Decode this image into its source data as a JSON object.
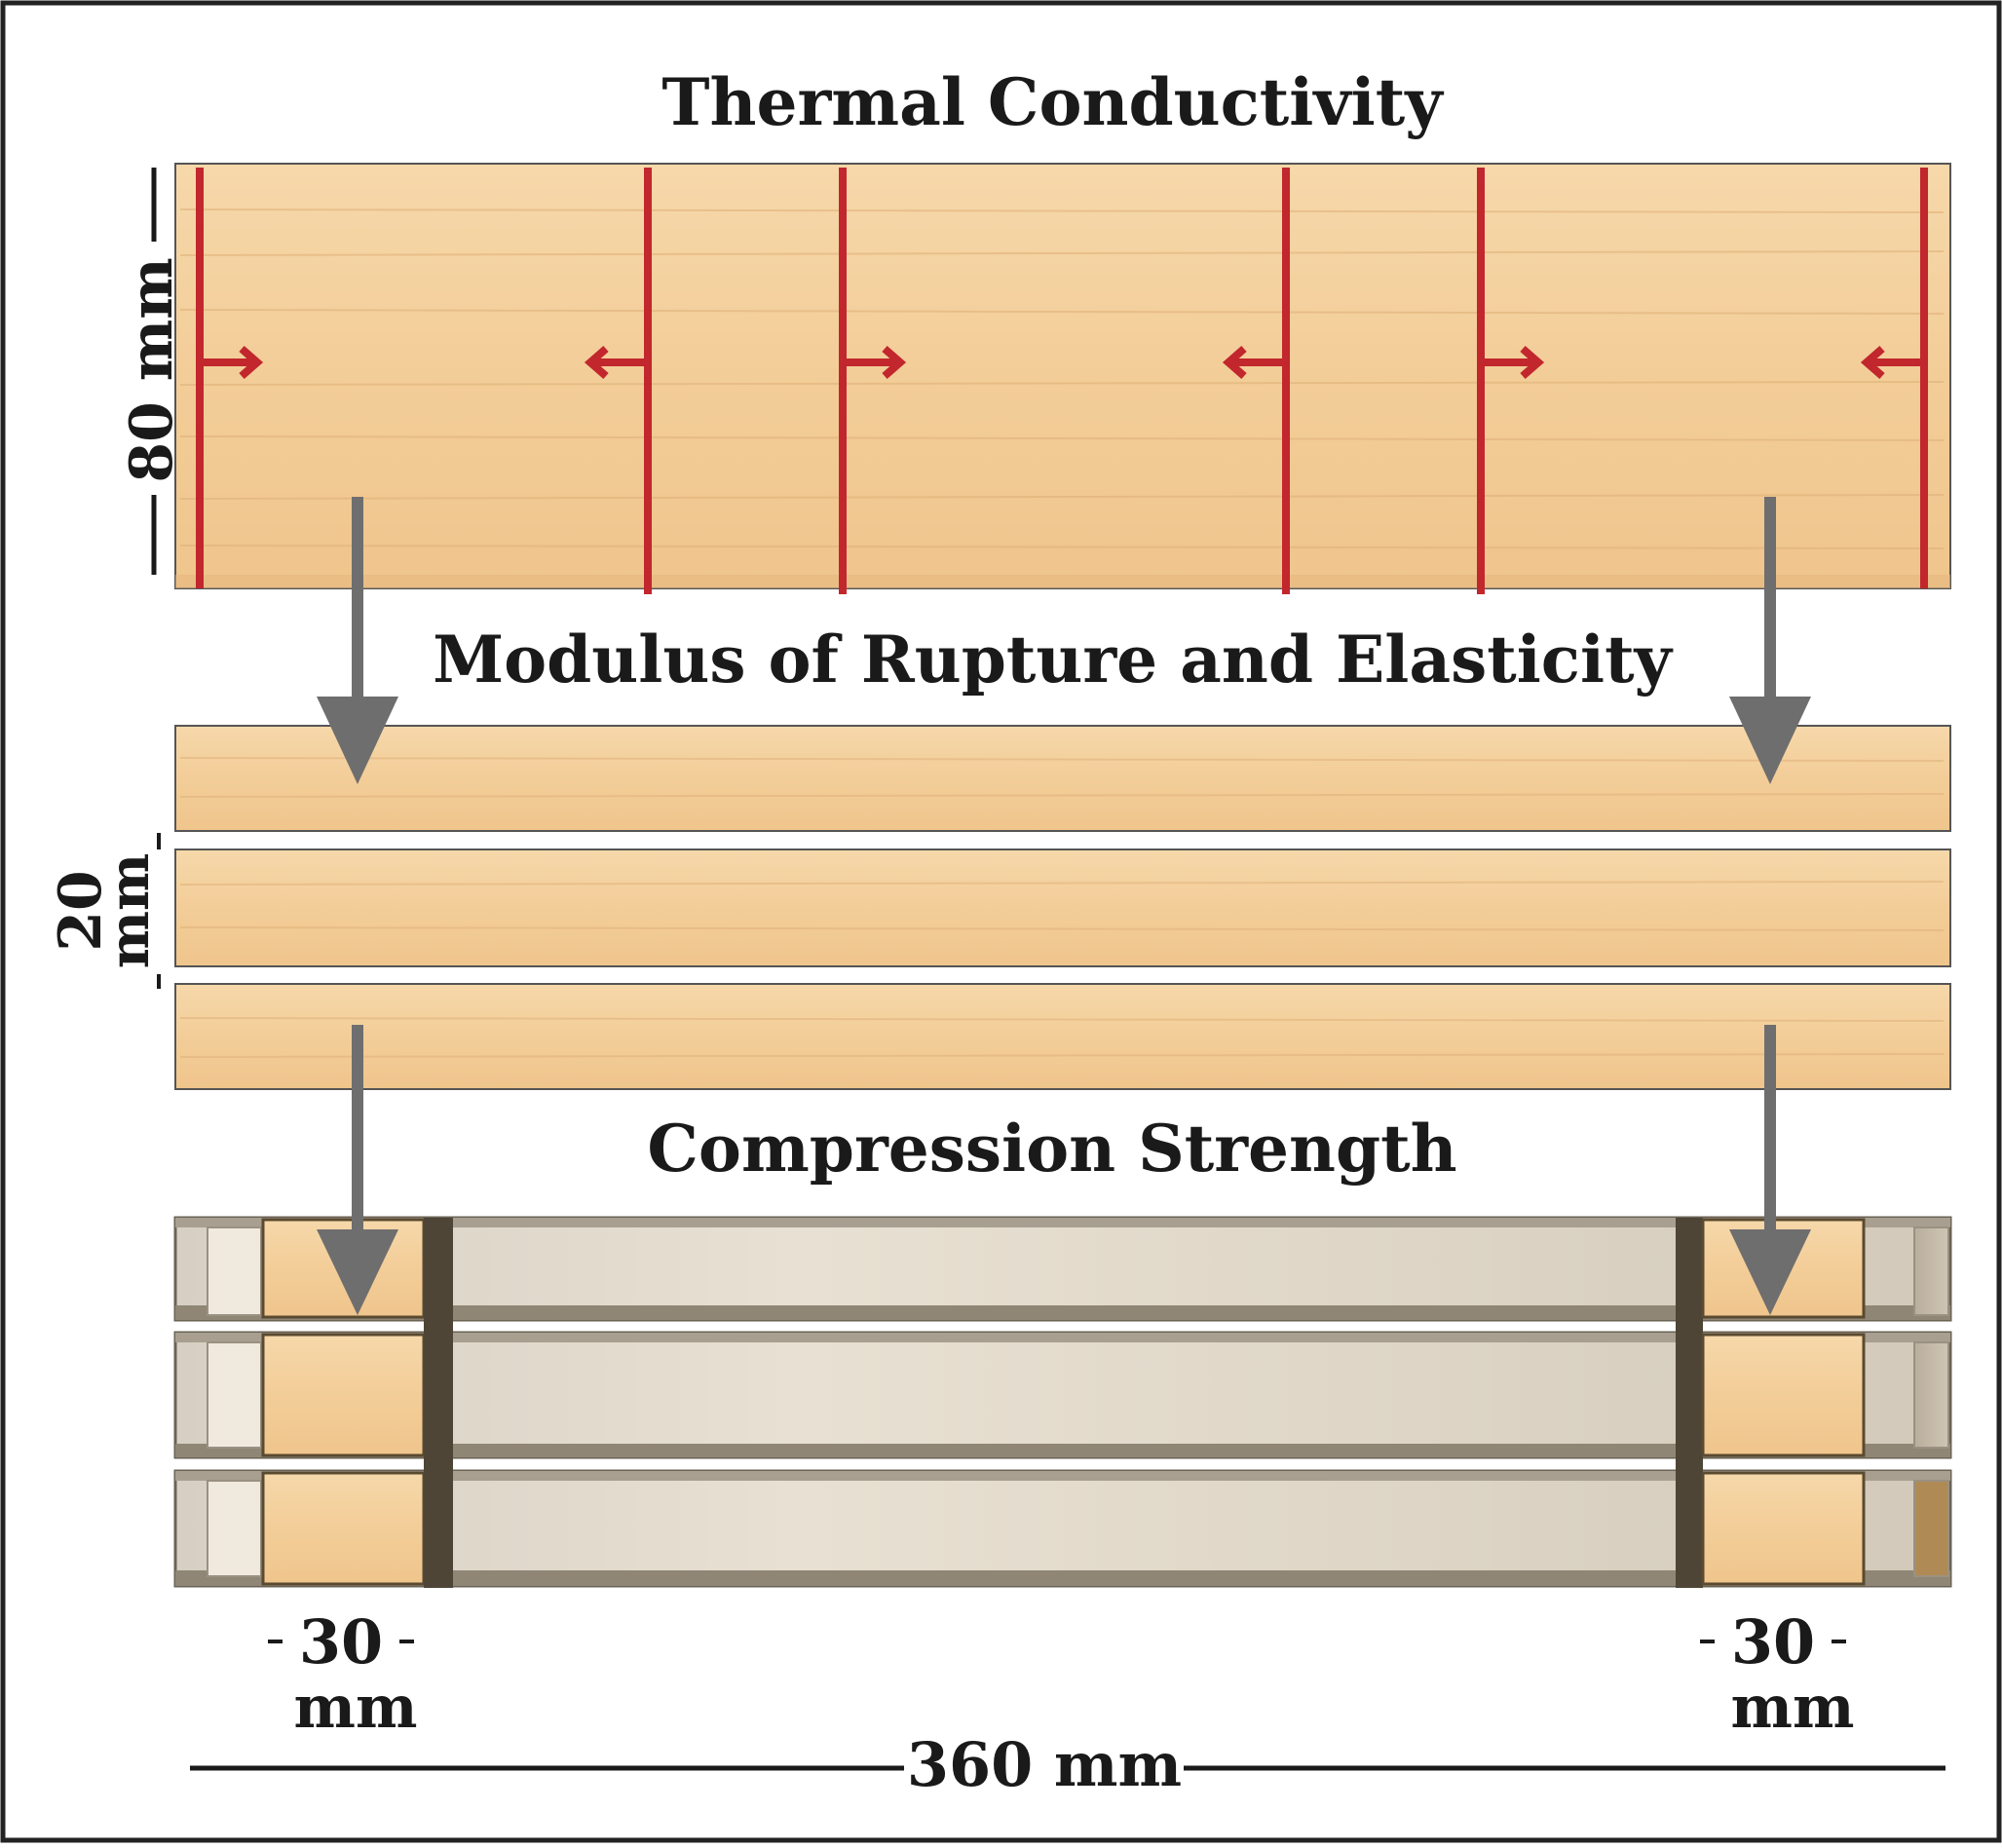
{
  "titles": {
    "thermal": "Thermal Conductivity",
    "rupture": "Modulus of Rupture and Elasticity",
    "compression": "Compression Strength"
  },
  "dimensions": {
    "height_80": "80 mm",
    "thickness_20_num": "20",
    "thickness_20_unit": "mm",
    "end_left_num": "30",
    "end_left_unit": "mm",
    "end_right_num": "30",
    "end_right_unit": "mm",
    "length_360": "360 mm"
  },
  "colors": {
    "wood": "#f3cf9c",
    "wood_grain": "#e2b47c",
    "cut_line": "#c1272d",
    "flow_arrow": "#6e6e6e",
    "ghost_board": "#ddd3c3",
    "frame": "#222222"
  },
  "icons": {
    "cut_marker": "red-bracket-arrow-icon",
    "flow_arrow": "down-arrow-icon"
  }
}
